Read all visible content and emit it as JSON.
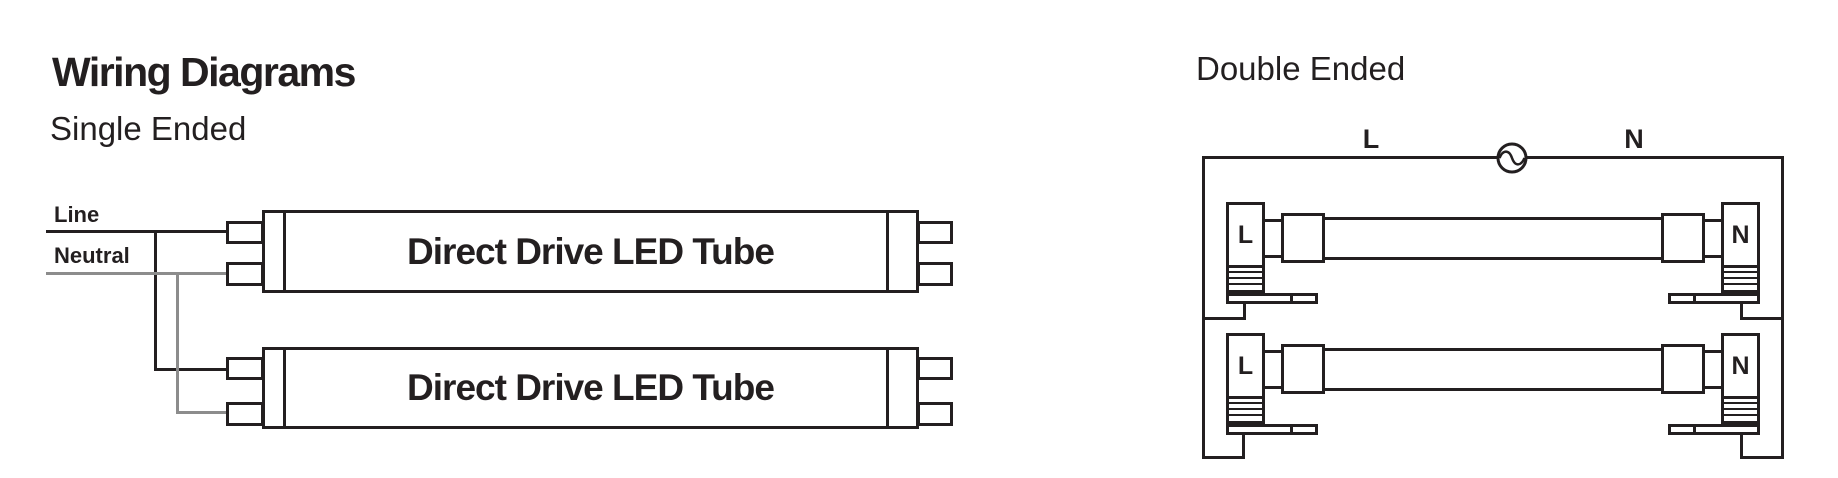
{
  "page": {
    "title": "Wiring Diagrams"
  },
  "colors": {
    "ink": "#231f20",
    "neutral_wire": "#8c8c8c",
    "background": "#ffffff"
  },
  "icons": {
    "ac_source": "sine-wave-in-circle"
  },
  "single_ended": {
    "heading": "Single Ended",
    "line_label": "Line",
    "neutral_label": "Neutral",
    "tubes": [
      {
        "label": "Direct Drive LED Tube"
      },
      {
        "label": "Direct Drive LED Tube"
      }
    ]
  },
  "double_ended": {
    "heading": "Double Ended",
    "supply": {
      "line_terminal": "L",
      "neutral_terminal": "N"
    },
    "tubes": [
      {
        "left_socket": "L",
        "right_socket": "N"
      },
      {
        "left_socket": "L",
        "right_socket": "N"
      }
    ]
  }
}
